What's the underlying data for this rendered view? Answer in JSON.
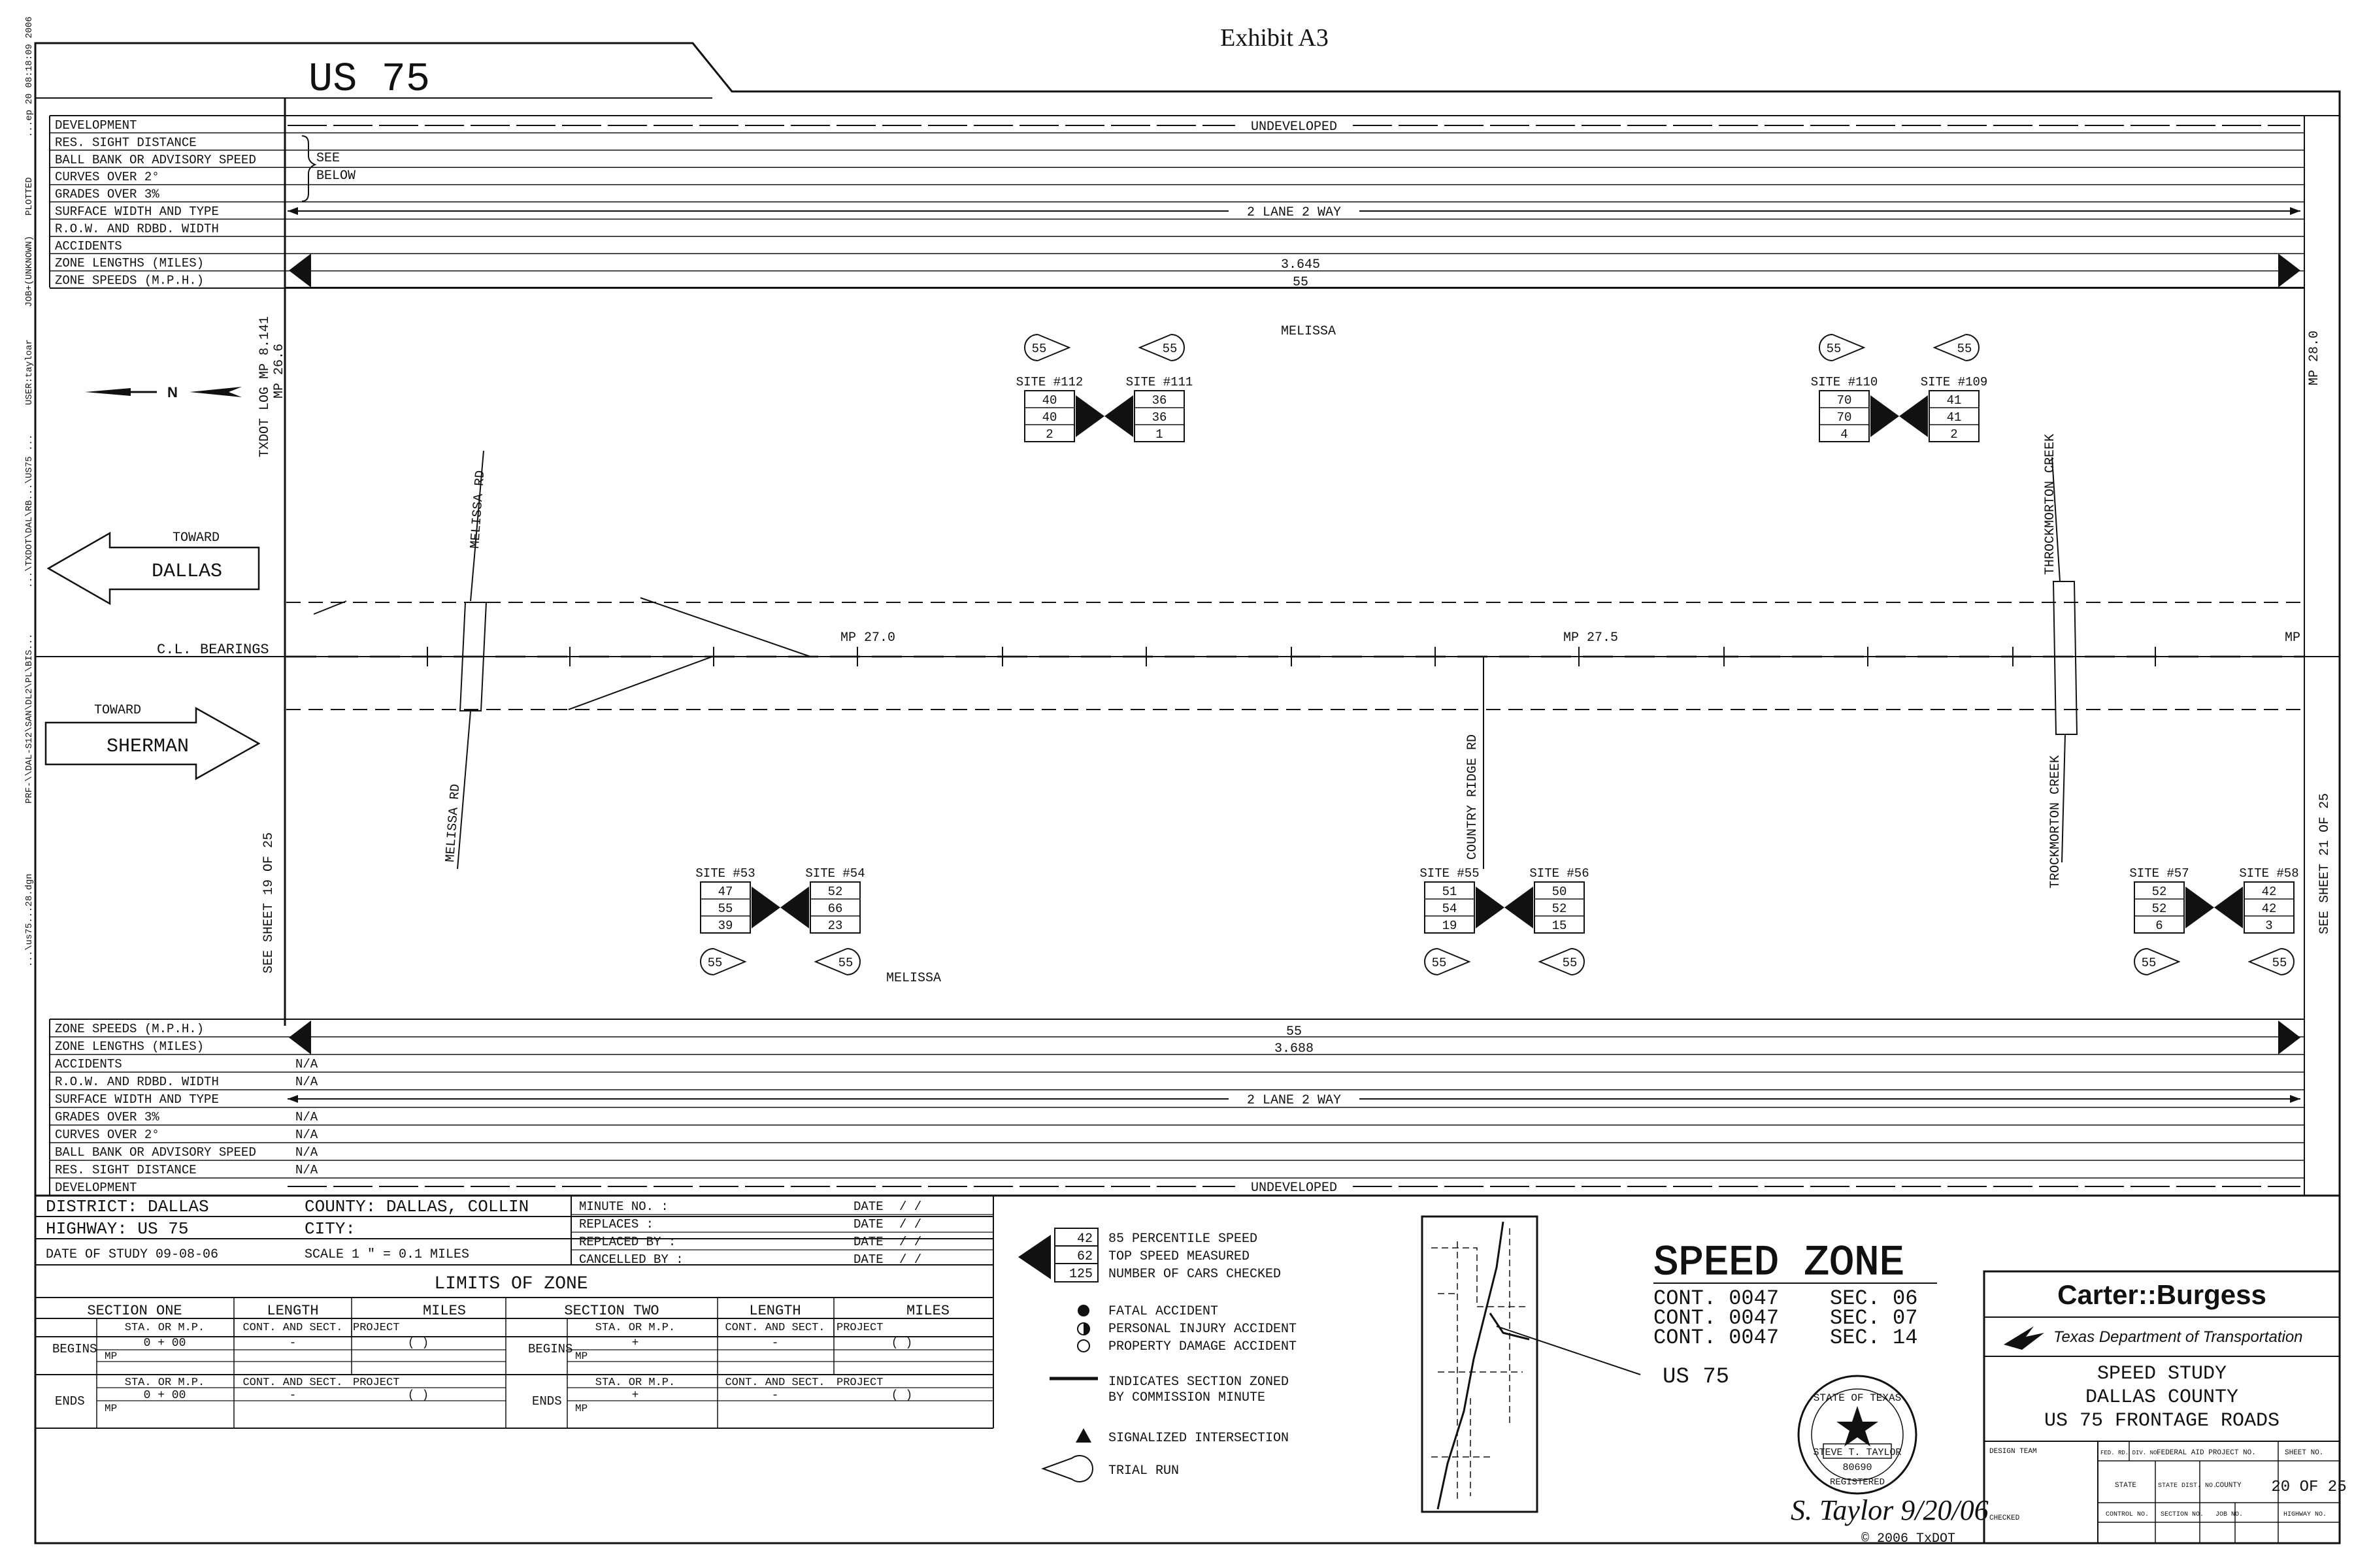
{
  "exhibit": "Exhibit A3",
  "highway_label": "US 75",
  "left_margin_text": [
    "...ep 20 08:18:09 2006",
    "PLOTTED",
    "JOB+(UNKNOWN)",
    "USER:tayloar",
    "...\\TXDOT\\DAL\\RB...\\US75 ...",
    "PRF-\\\\DAL-S12\\SAN\\DL2\\PL\\BIS...",
    "...\\us75...28.dgn"
  ],
  "top_rows": {
    "labels": [
      "DEVELOPMENT",
      "RES. SIGHT DISTANCE",
      "BALL BANK OR ADVISORY SPEED",
      "CURVES OVER 2°",
      "GRADES OVER 3%",
      "SURFACE WIDTH AND TYPE",
      "R.O.W. AND RDBD. WIDTH",
      "ACCIDENTS",
      "ZONE LENGTHS (MILES)",
      "ZONE SPEEDS (M.P.H.)"
    ],
    "see_below": [
      "SEE",
      "BELOW"
    ],
    "development_value": "UNDEVELOPED",
    "surface_value": "2 LANE 2 WAY",
    "zone_length": "3.645",
    "zone_speed": "55"
  },
  "bottom_rows": {
    "labels": [
      "ZONE SPEEDS (M.P.H.)",
      "ZONE LENGTHS (MILES)",
      "ACCIDENTS",
      "R.O.W. AND RDBD. WIDTH",
      "SURFACE WIDTH AND TYPE",
      "GRADES OVER 3%",
      "CURVES OVER 2°",
      "BALL BANK OR ADVISORY SPEED",
      "RES. SIGHT DISTANCE",
      "DEVELOPMENT"
    ],
    "na_values": [
      "N/A",
      "N/A",
      "N/A",
      "N/A",
      "N/A",
      "N/A"
    ],
    "zone_speed": "55",
    "zone_length": "3.688",
    "surface_value": "2 LANE 2 WAY",
    "development_value": "UNDEVELOPED"
  },
  "map": {
    "north_letter": "N",
    "txdot_log": [
      "TXDOT LOG MP 8.141",
      "MP 26.6"
    ],
    "mp_right": "MP 28.0",
    "see_sheet_left": "SEE SHEET 19 OF 25",
    "see_sheet_right": "SEE SHEET 21 OF 25",
    "toward_dallas": [
      "TOWARD",
      "DALLAS"
    ],
    "toward_sherman": [
      "TOWARD",
      "SHERMAN"
    ],
    "cl_bearings": "C.L. BEARINGS",
    "milepost_labels": [
      "MP 27.0",
      "MP 27.5",
      "MP"
    ],
    "melissa_top": "MELISSA",
    "melissa_bottom": "MELISSA",
    "roads": [
      "MELISSA RD",
      "MELISSA RD",
      "COUNTRY RIDGE RD",
      "THROCKMORTON CREEK",
      "TROCKMORTON CREEK"
    ],
    "trial_speed": "55",
    "site_pairs_top": [
      {
        "a": {
          "label": "SITE #112",
          "v": [
            "40",
            "40",
            "2"
          ]
        },
        "b": {
          "label": "SITE #111",
          "v": [
            "36",
            "36",
            "1"
          ]
        }
      },
      {
        "a": {
          "label": "SITE #110",
          "v": [
            "70",
            "70",
            "4"
          ]
        },
        "b": {
          "label": "SITE #109",
          "v": [
            "41",
            "41",
            "2"
          ]
        }
      }
    ],
    "site_pairs_bottom": [
      {
        "a": {
          "label": "SITE #53",
          "v": [
            "47",
            "55",
            "39"
          ]
        },
        "b": {
          "label": "SITE #54",
          "v": [
            "52",
            "66",
            "23"
          ]
        }
      },
      {
        "a": {
          "label": "SITE #55",
          "v": [
            "51",
            "54",
            "19"
          ]
        },
        "b": {
          "label": "SITE #56",
          "v": [
            "50",
            "52",
            "15"
          ]
        }
      },
      {
        "a": {
          "label": "SITE #57",
          "v": [
            "52",
            "52",
            "6"
          ]
        },
        "b": {
          "label": "SITE #58",
          "v": [
            "42",
            "42",
            "3"
          ]
        }
      }
    ]
  },
  "info": {
    "district": "DISTRICT:  DALLAS",
    "county": "COUNTY:   DALLAS, COLLIN",
    "highway": "HIGHWAY:  US 75",
    "city": "CITY:",
    "date_of_study": "DATE OF STUDY 09-08-06",
    "scale": "SCALE 1 \" = 0.1 MILES",
    "minute_rows": [
      "MINUTE NO. :",
      "REPLACES :",
      "REPLACED BY :",
      "CANCELLED BY :"
    ],
    "date_label": "DATE",
    "date_value": "/  /",
    "limits_title": "LIMITS OF ZONE",
    "section_one": "SECTION ONE",
    "section_two": "SECTION TWO",
    "length": "LENGTH",
    "miles": "MILES",
    "sta_mp": "STA. OR M.P.",
    "cont_sect": "CONT. AND SECT.",
    "project": "PROJECT",
    "begins": "BEGINS",
    "ends": "ENDS",
    "sta_value": "0 + 00",
    "mp": "MP",
    "dash": "-",
    "plus": "+",
    "paren": "(        )"
  },
  "legend": {
    "sample_values": [
      "42",
      "62",
      "125"
    ],
    "items": [
      "85 PERCENTILE SPEED",
      "TOP SPEED MEASURED",
      "NUMBER OF CARS CHECKED"
    ],
    "accidents": [
      "FATAL ACCIDENT",
      "PERSONAL INJURY ACCIDENT",
      "PROPERTY DAMAGE ACCIDENT"
    ],
    "zoned_line": [
      "INDICATES SECTION ZONED",
      "BY COMMISSION MINUTE"
    ],
    "signalized": "SIGNALIZED INTERSECTION",
    "trial_run": "TRIAL RUN"
  },
  "speed_zone": {
    "title": "SPEED ZONE",
    "lines": [
      {
        "cont": "CONT.  0047",
        "sec": "SEC.  06"
      },
      {
        "cont": "CONT.  0047",
        "sec": "SEC.  07"
      },
      {
        "cont": "CONT.  0047",
        "sec": "SEC.  14"
      }
    ],
    "us75": "US 75"
  },
  "seal": {
    "state": "STATE OF TEXAS",
    "name": "STEVE T. TAYLOR",
    "number": "80690",
    "registered": "REGISTERED",
    "signature": "S. Taylor 9/20/06",
    "copyright": "© 2006 TxDOT"
  },
  "title_block": {
    "firm": "Carter::Burgess",
    "dept": "Texas Department of Transportation",
    "study": [
      "SPEED STUDY",
      "DALLAS COUNTY",
      "US 75 FRONTAGE ROADS"
    ],
    "design_team": "DESIGN TEAM",
    "checked": "CHECKED",
    "fed_rd_div": "FED. RD. DIV. NO.",
    "federal_aid": "FEDERAL AID PROJECT NO.",
    "sheet_no": "SHEET NO.",
    "state": "STATE",
    "state_dist": "STATE DIST. NO.",
    "county": "COUNTY",
    "sheet_value": "20 OF 25",
    "control_no": "CONTROL NO.",
    "section_no": "SECTION NO.",
    "job_no": "JOB NO.",
    "highway_no": "HIGHWAY NO."
  },
  "colors": {
    "ink": "#111111",
    "paper": "#ffffff"
  }
}
